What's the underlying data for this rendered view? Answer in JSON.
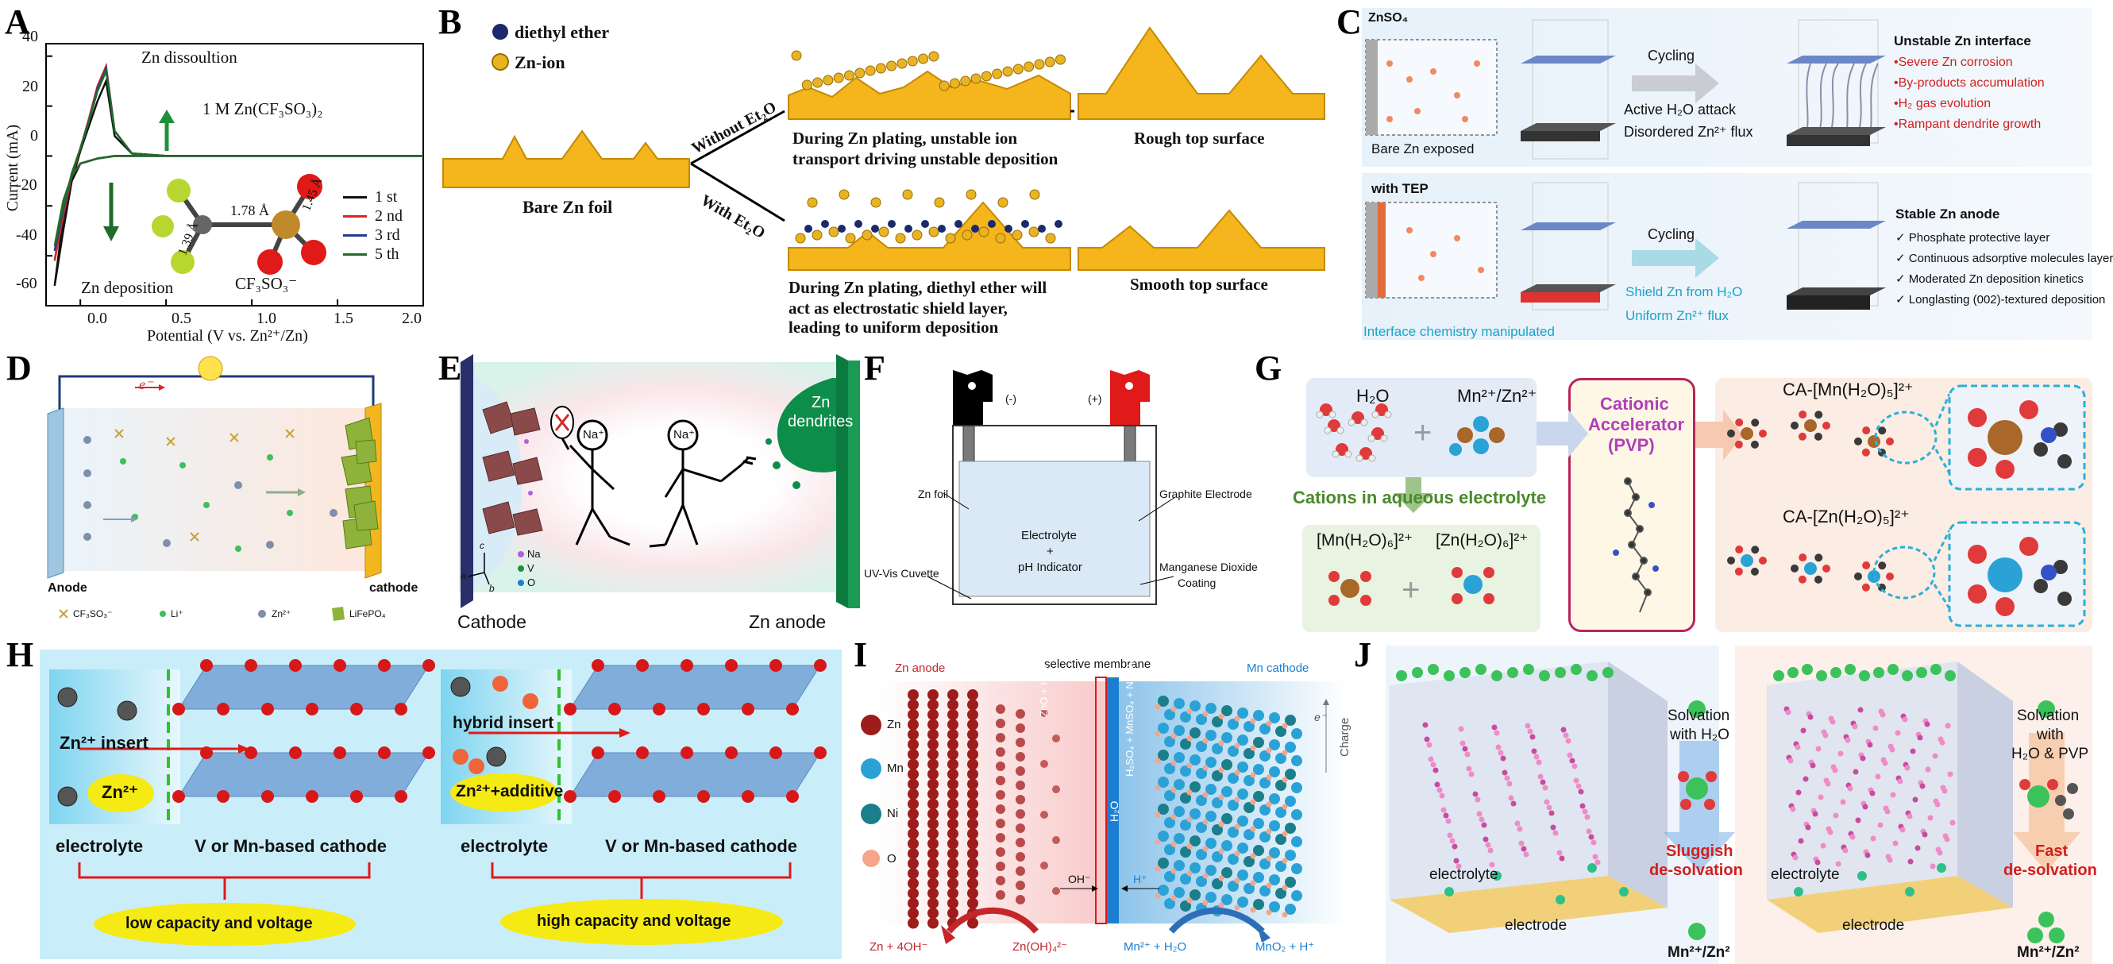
{
  "panels": {
    "A": {
      "label": "A"
    },
    "B": {
      "label": "B"
    },
    "C": {
      "label": "C"
    },
    "D": {
      "label": "D"
    },
    "E": {
      "label": "E"
    },
    "F": {
      "label": "F"
    },
    "G": {
      "label": "G"
    },
    "H": {
      "label": "H"
    },
    "I": {
      "label": "I"
    },
    "J": {
      "label": "J"
    }
  },
  "a": {
    "ylabel": "Current (mA)",
    "xlabel": "Potential (V vs. Zn²⁺/Zn)",
    "yticks": [
      "40",
      "20",
      "0",
      "-20",
      "-40",
      "-60"
    ],
    "xticks": [
      "0.0",
      "0.5",
      "1.0",
      "1.5",
      "2.0"
    ],
    "dissolution": "Zn dissoultion",
    "deposition": "Zn deposition",
    "electrolyte": "1 M Zn(CF₃SO₃)₂",
    "bond1": "1.78 Å",
    "bond2": "1.45 Å",
    "bond3": "1.39 Å",
    "molecule": "CF₃SO₃⁻",
    "legend": [
      "1 st",
      "2 nd",
      "3 rd",
      "5 th"
    ],
    "legend_colors": [
      "#111111",
      "#d62728",
      "#2a3b8f",
      "#1f6b2a"
    ]
  },
  "chart_data": {
    "type": "line",
    "xlabel": "Potential (V vs. Zn²⁺/Zn)",
    "ylabel": "Current (mA)",
    "xlim": [
      -0.2,
      2.0
    ],
    "ylim": [
      -60,
      45
    ],
    "series": [
      {
        "name": "1 st",
        "x": [
          -0.15,
          -0.1,
          -0.05,
          0.0,
          0.05,
          0.1,
          0.15,
          0.2,
          0.3,
          0.5,
          1.0,
          2.0,
          1.0,
          0.5,
          0.2,
          0.1,
          0.0,
          -0.05,
          -0.1,
          -0.15
        ],
        "y": [
          -52,
          -30,
          -10,
          2,
          12,
          22,
          30,
          8,
          1,
          0,
          0,
          0,
          0,
          0,
          0,
          -1,
          -3,
          -10,
          -25,
          -52
        ]
      },
      {
        "name": "2 nd",
        "x": [
          -0.15,
          -0.1,
          -0.05,
          0.0,
          0.05,
          0.1,
          0.15,
          0.2,
          0.3,
          0.5,
          1.0,
          2.0,
          1.0,
          0.5,
          0.2,
          0.1,
          0.0,
          -0.05,
          -0.1,
          -0.15
        ],
        "y": [
          -42,
          -24,
          -8,
          3,
          15,
          28,
          36,
          10,
          1,
          0,
          0,
          0,
          0,
          0,
          0,
          -1,
          -3,
          -8,
          -20,
          -42
        ]
      },
      {
        "name": "3 rd",
        "x": [
          -0.15,
          -0.1,
          -0.05,
          0.0,
          0.05,
          0.1,
          0.15,
          0.2,
          0.3,
          0.5,
          1.0,
          2.0,
          1.0,
          0.5,
          0.2,
          0.1,
          0.0,
          -0.05,
          -0.1,
          -0.15
        ],
        "y": [
          -38,
          -22,
          -7,
          3,
          14,
          27,
          35,
          10,
          1,
          0,
          0,
          0,
          0,
          0,
          0,
          -1,
          -3,
          -8,
          -19,
          -38
        ]
      },
      {
        "name": "5 th",
        "x": [
          -0.15,
          -0.1,
          -0.05,
          0.0,
          0.05,
          0.1,
          0.15,
          0.2,
          0.3,
          0.5,
          1.0,
          2.0,
          1.0,
          0.5,
          0.2,
          0.1,
          0.0,
          -0.05,
          -0.1,
          -0.15
        ],
        "y": [
          -36,
          -21,
          -7,
          3,
          14,
          26,
          34,
          10,
          1,
          0,
          0,
          0,
          0,
          0,
          0,
          -1,
          -3,
          -8,
          -18,
          -36
        ]
      }
    ]
  },
  "b": {
    "legend1": "diethyl ether",
    "legend2": "Zn-ion",
    "foil": "Bare Zn foil",
    "without": "Without Et₂O",
    "with": "With Et₂O",
    "top_text1": "During Zn plating, unstable ion",
    "top_text2": "transport driving unstable deposition",
    "bot_text1": "During Zn plating, diethyl ether will",
    "bot_text2": "act as electrostatic shield layer,",
    "bot_text3": "leading to uniform deposition",
    "rough": "Rough top surface",
    "smooth": "Smooth top surface"
  },
  "c": {
    "znso4": "ZnSO₄",
    "bare": "Bare Zn exposed",
    "cycling1": "Cycling",
    "active": "Active H₂O attack",
    "disordered": "Disordered Zn²⁺ flux",
    "unstable_title": "Unstable Zn interface",
    "unstable_items": [
      "•Severe Zn corrosion",
      "•By-products accumulation",
      "•H₂ gas evolution",
      "•Rampant dendrite growth"
    ],
    "with_tep": "with TEP",
    "cycling2": "Cycling",
    "shield": "Shield Zn from H₂O",
    "uniform": "Uniform Zn²⁺ flux",
    "interface": "Interface chemistry manipulated",
    "stable_title": "Stable Zn anode",
    "stable_items": [
      "✓ Phosphate protective layer",
      "✓ Continuous adsorptive molecules layer",
      "✓ Moderated Zn deposition kinetics",
      "✓ Longlasting (002)-textured deposition"
    ]
  },
  "d": {
    "electron": "e⁻",
    "anode": "Anode",
    "cathode": "cathode",
    "legend": [
      "CF₃SO₃⁻",
      "Li⁺",
      "Zn²⁺",
      "LiFePO₄"
    ]
  },
  "e": {
    "cathode": "Cathode",
    "anode": "Zn anode",
    "dendrites1": "Zn",
    "dendrites2": "dendrites",
    "na1": "Na⁺",
    "na2": "Na⁺",
    "legend": [
      "Na",
      "V",
      "O"
    ],
    "axis": [
      "c",
      "a",
      "b"
    ]
  },
  "f": {
    "neg": "(-)",
    "pos": "(+)",
    "znfoil": "Zn foil",
    "graphite": "Graphite Electrode",
    "electrolyte1": "Electrolyte",
    "electrolyte2": "+",
    "electrolyte3": "pH Indicator",
    "cuvette": "UV-Vis Cuvette",
    "mno2a": "Manganese Dioxide",
    "mno2b": "Coating"
  },
  "g": {
    "h2o": "H₂O",
    "mnzn": "Mn²⁺/Zn²⁺",
    "cationic1": "Cationic",
    "cationic2": "Accelerator",
    "cationic3": "(PVP)",
    "cations": "Cations in aqueous electrolyte",
    "mnh2o6": "[Mn(H₂O)₆]²⁺",
    "znh2o6": "[Zn(H₂O)₆]²⁺",
    "camn": "CA-[Mn(H₂O)₅]²⁺",
    "cazn": "CA-[Zn(H₂O)₅]²⁺"
  },
  "h": {
    "zn_insert": "Zn²⁺ insert",
    "zn": "Zn²⁺",
    "hybrid": "hybrid insert",
    "zn_add": "Zn²⁺+additive",
    "electrolyte1": "electrolyte",
    "cathode1": "V or Mn-based cathode",
    "electrolyte2": "electrolyte",
    "cathode2": "V or Mn-based cathode",
    "low": "low capacity and voltage",
    "high": "high capacity and voltage"
  },
  "i": {
    "zn_anode": "Zn anode",
    "membrane": "selective membrane",
    "mn_cathode": "Mn cathode",
    "legend": [
      "Zn",
      "Mn",
      "Ni",
      "O"
    ],
    "left_label": "ZnO + H₂O",
    "right_label": "H₂SO₄ + MnSO₄ + NiSO₄",
    "h2o": "H₂O",
    "charge": "Charge",
    "e": "e⁻",
    "oh": "OH⁻",
    "h": "H⁺",
    "eq1": "Zn + 4OH⁻",
    "eq2": "Zn(OH)₄²⁻",
    "eq3": "Mn²⁺ + H₂O",
    "eq4": "MnO₂ + H⁺"
  },
  "j": {
    "solv1a": "Solvation",
    "solv1b": "with  H₂O",
    "sluggish1": "Sluggish",
    "sluggish2": "de-solvation",
    "electrolyte1": "electrolyte",
    "electrode1": "electrode",
    "mn1": "Mn²⁺/Zn²",
    "solv2a": "Solvation",
    "solv2b": "with",
    "solv2c": "H₂O & PVP",
    "fast1": "Fast",
    "fast2": "de-solvation",
    "electrolyte2": "electrolyte",
    "electrode2": "electrode",
    "mn2": "Mn²⁺/Zn²"
  }
}
